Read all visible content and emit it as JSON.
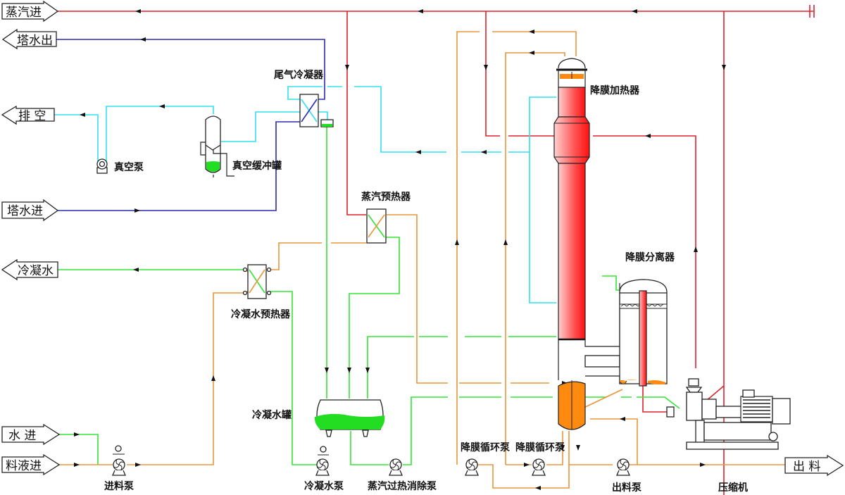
{
  "title": "MVR falling-film evaporation process flow",
  "colors": {
    "steam": "#e0202a",
    "tower_water": "#2a2ab0",
    "vacuum_vent": "#30e0f0",
    "condensate": "#33e533",
    "feed_liquid": "#e8963a",
    "heater_fill": "#ff2020",
    "liquid_orange": "#ff8a10",
    "liquid_green": "#22dd22"
  },
  "terminals": {
    "steam_in": "蒸汽进",
    "tower_water_out": "塔水出",
    "vent": "排 空",
    "tower_water_in": "塔水进",
    "condensate_out": "冷凝水",
    "water_in": "水 进",
    "feed_in": "料液进",
    "product_out": "出 料"
  },
  "equipment": {
    "vacuum_pump": "真空泵",
    "vacuum_buffer_tank": "真空缓冲罐",
    "tail_gas_condenser": "尾气冷凝器",
    "steam_preheater": "蒸汽预热器",
    "condensate_preheater": "冷凝水预热器",
    "condensate_tank": "冷凝水罐",
    "falling_film_heater": "降膜加热器",
    "falling_film_separator": "降膜分离器",
    "feed_pump": "进料泵",
    "condensate_pump": "冷凝水泵",
    "desuperheat_pump": "蒸汽过热消除泵",
    "circ_pump_1": "降膜循环泵",
    "circ_pump_2": "降膜循环泵",
    "discharge_pump": "出料泵",
    "compressor": "压缩机"
  }
}
